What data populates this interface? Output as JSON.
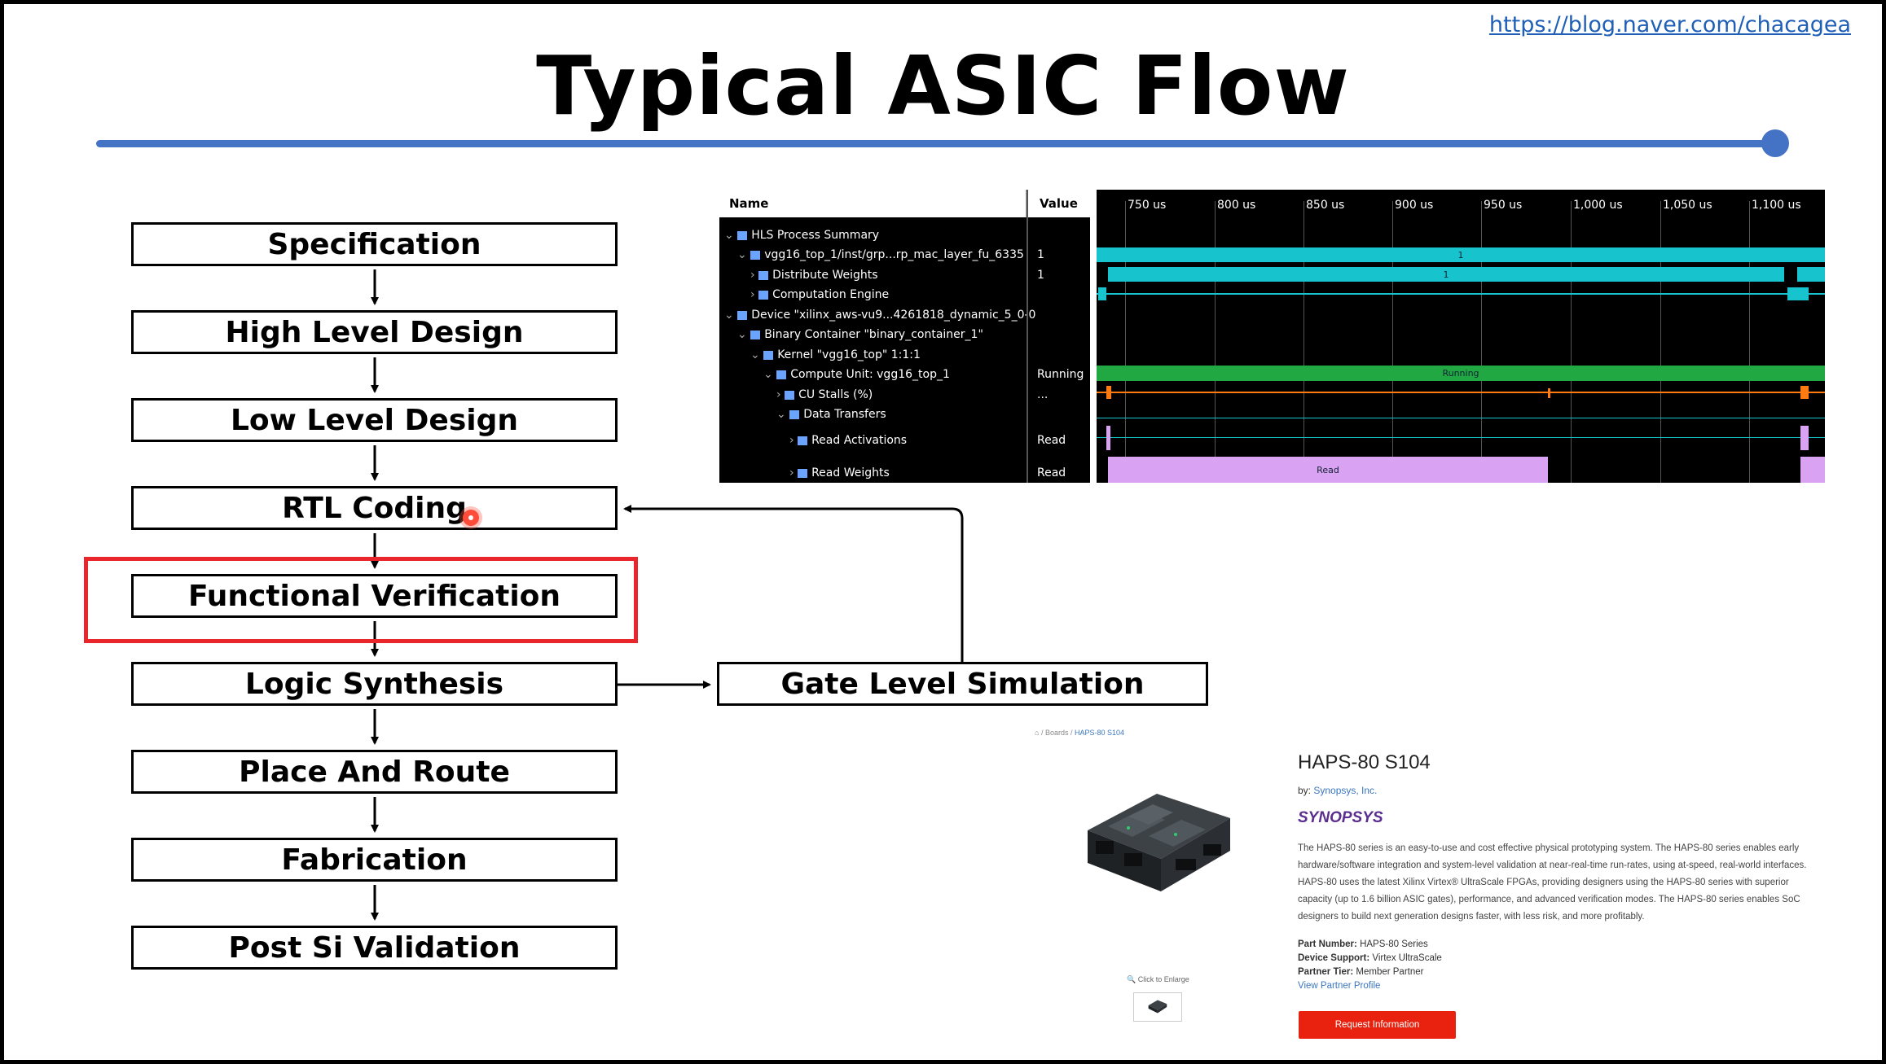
{
  "header": {
    "url": "https://blog.naver.com/chacagea",
    "title": "Typical ASIC Flow"
  },
  "flow": {
    "steps": [
      "Specification",
      "High Level Design",
      "Low Level Design",
      "RTL Coding",
      "Functional Verification",
      "Logic Synthesis",
      "Place And Route",
      "Fabrication",
      "Post Si Validation"
    ],
    "side_step": "Gate Level Simulation",
    "highlighted_step": "Functional Verification"
  },
  "waveform": {
    "col_name": "Name",
    "col_value": "Value",
    "rows": [
      {
        "name": "HLS Process Summary",
        "value": ""
      },
      {
        "name": "vgg16_top_1/inst/grp...rp_mac_layer_fu_6335",
        "value": "1"
      },
      {
        "name": "Distribute Weights",
        "value": "1"
      },
      {
        "name": "Computation Engine",
        "value": ""
      },
      {
        "name": "Device \"xilinx_aws-vu9...4261818_dynamic_5_0-0",
        "value": ""
      },
      {
        "name": "Binary Container \"binary_container_1\"",
        "value": ""
      },
      {
        "name": "Kernel \"vgg16_top\" 1:1:1",
        "value": ""
      },
      {
        "name": "Compute Unit: vgg16_top_1",
        "value": "Running"
      },
      {
        "name": "CU Stalls (%)",
        "value": "..."
      },
      {
        "name": "Data Transfers",
        "value": ""
      },
      {
        "name": "Read Activations",
        "value": "Read"
      },
      {
        "name": "Read Weights",
        "value": "Read"
      }
    ],
    "ticks": [
      "750 us",
      "800 us",
      "850 us",
      "900 us",
      "950 us",
      "1,000 us",
      "1,050 us",
      "1,100 us"
    ],
    "labels": {
      "one": "1",
      "running": "Running",
      "read": "Read"
    },
    "colors": {
      "teal": "#17c3cc",
      "green": "#22a843",
      "orange": "#ff7a10",
      "violet": "#d9a2f2"
    }
  },
  "product": {
    "breadcrumb": {
      "home": "⌂",
      "boards": "Boards",
      "current": "HAPS-80 S104"
    },
    "title": "HAPS-80 S104",
    "by_label": "by:",
    "vendor": "Synopsys, Inc.",
    "logo_text": "SYNOPSYS",
    "description": "The HAPS-80 series is an easy-to-use and cost effective physical prototyping system. The HAPS-80 series enables early hardware/software integration and system-level validation at near-real-time run-rates, using at-speed, real-world interfaces. HAPS-80 uses the latest Xilinx Virtex® UltraScale FPGAs, providing designers using the HAPS-80 series with superior capacity (up to 1.6 billion ASIC gates), performance, and advanced verification modes. The HAPS-80 series enables SoC designers to build next generation designs faster, with less risk, and more profitably.",
    "part_number_label": "Part Number:",
    "part_number": "HAPS-80 Series",
    "device_support_label": "Device Support:",
    "device_support": "Virtex UltraScale",
    "partner_tier_label": "Partner Tier:",
    "partner_tier": "Member Partner",
    "partner_link": "View Partner Profile",
    "enlarge": "Click to Enlarge",
    "request_button": "Request Information"
  }
}
